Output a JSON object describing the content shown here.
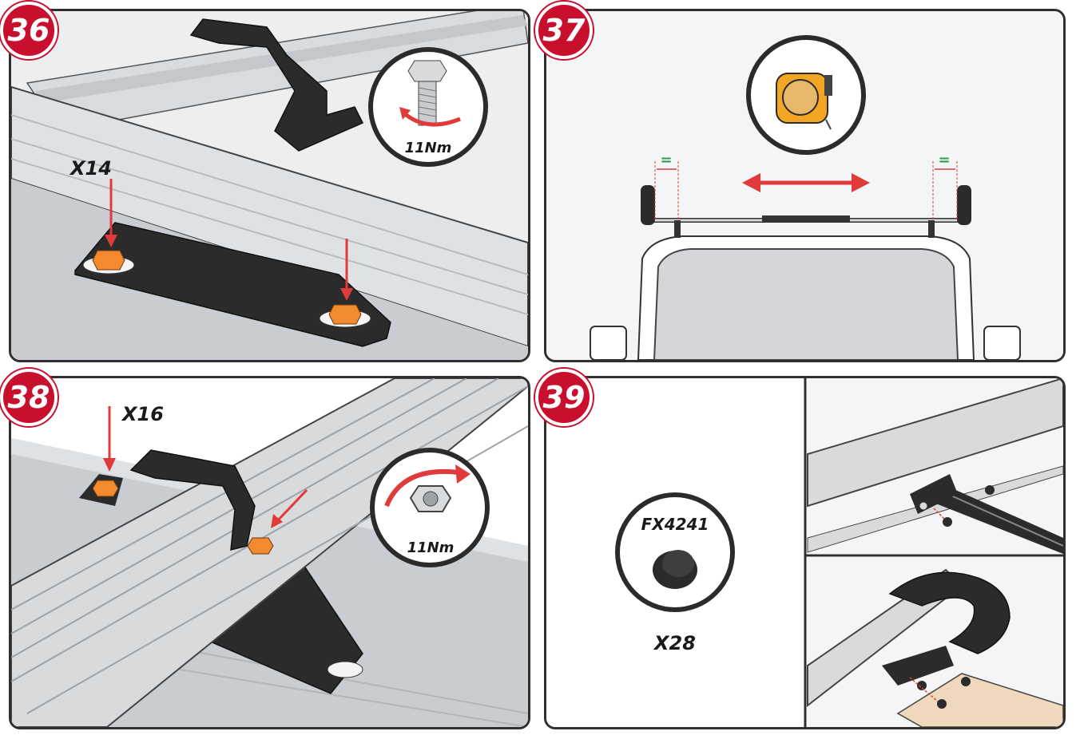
{
  "steps": [
    {
      "number": "36",
      "quantity": "X14",
      "torque": "11Nm"
    },
    {
      "number": "37",
      "equal_mark_left": "=",
      "equal_mark_right": "="
    },
    {
      "number": "38",
      "quantity": "X16",
      "torque": "11Nm"
    },
    {
      "number": "39",
      "part_code": "FX4241",
      "quantity": "X28"
    }
  ],
  "colors": {
    "badge": "#c8102e",
    "arrow": "#e03a3a",
    "nut": "#f28a2e",
    "bracket": "#2b2b2b",
    "rail": "#d8dadc",
    "equal_mark": "#2e9a4a"
  }
}
